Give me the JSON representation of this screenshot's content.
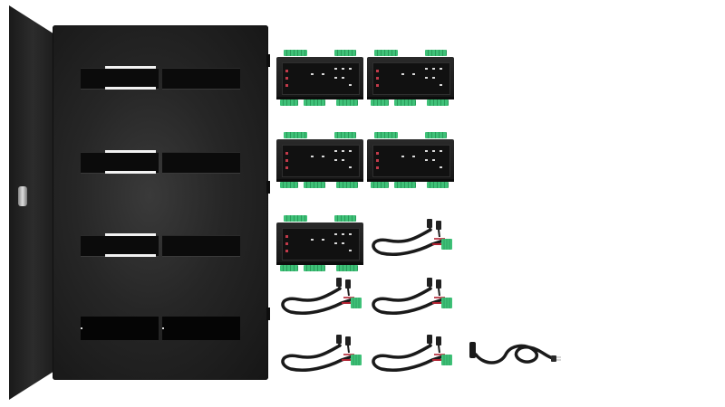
{
  "scene": {
    "background": "#ffffff",
    "items": [
      {
        "kind": "enclosure",
        "color": "#1e1e1e",
        "parts": [
          "door",
          "latch",
          "cabinet",
          "knockout-slots"
        ]
      },
      {
        "kind": "controller-module",
        "count": 5,
        "terminal_color": "#3fc178",
        "indicator_color": "#c23a4a"
      },
      {
        "kind": "wiring-harness",
        "count": 5,
        "connector_color": "#3fc178",
        "wire_colors": [
          "#1a1a1a",
          "#b02030"
        ]
      },
      {
        "kind": "power-cord",
        "count": 1,
        "color": "#1a1a1a"
      }
    ]
  }
}
